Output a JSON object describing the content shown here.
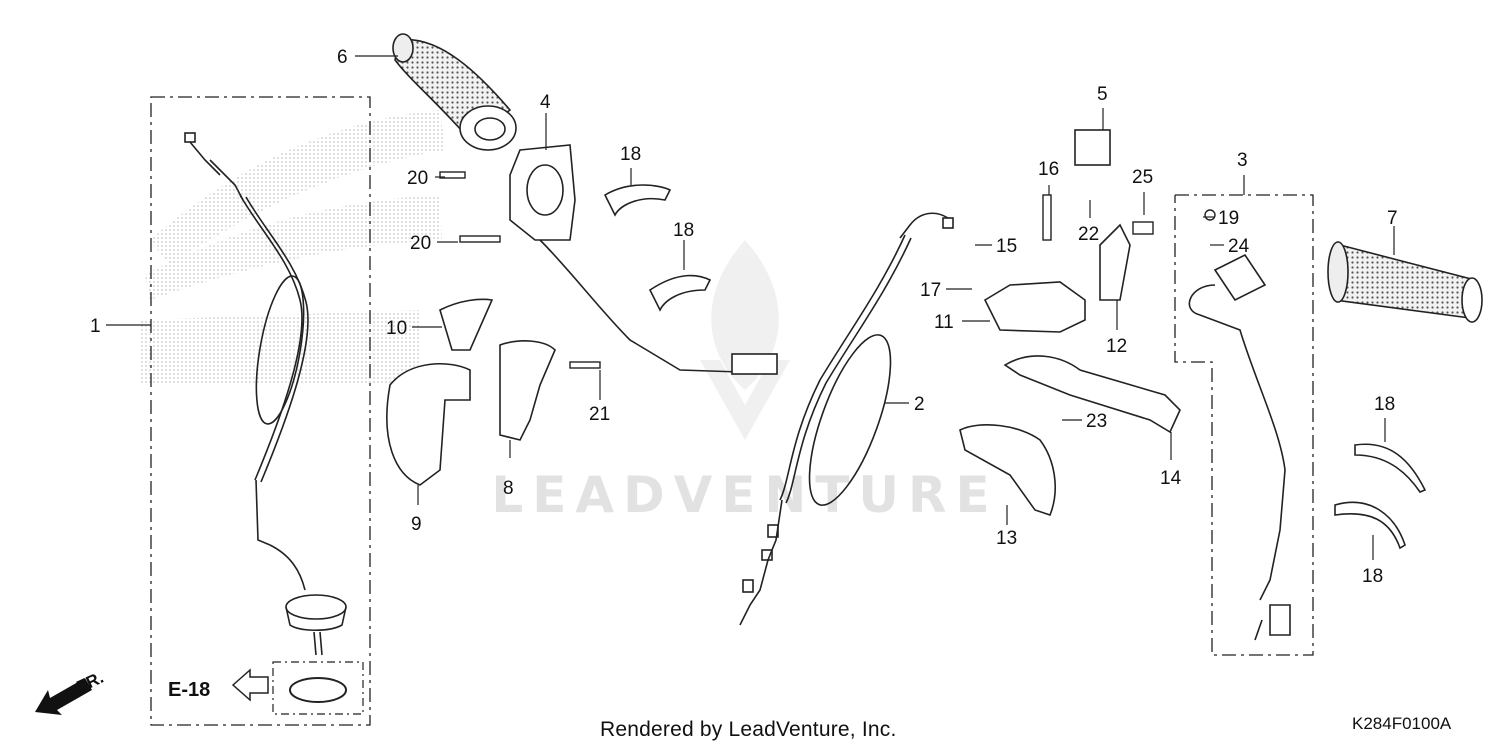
{
  "watermark_text": "LEADVENTURE",
  "footer": {
    "render_credit": "Rendered by LeadVenture, Inc.",
    "diagram_code": "K284F0100A"
  },
  "reference": {
    "label": "E-18"
  },
  "direction_label": "FR.",
  "callouts": {
    "c1": "1",
    "c2": "2",
    "c3": "3",
    "c4": "4",
    "c5": "5",
    "c6": "6",
    "c7": "7",
    "c8": "8",
    "c9": "9",
    "c10": "10",
    "c11": "11",
    "c12": "12",
    "c13": "13",
    "c14": "14",
    "c15": "15",
    "c16": "16",
    "c17": "17",
    "c18a": "18",
    "c18b": "18",
    "c18c": "18",
    "c18d": "18",
    "c19": "19",
    "c20a": "20",
    "c20b": "20",
    "c21": "21",
    "c22": "22",
    "c23": "23",
    "c24": "24",
    "c25": "25"
  }
}
